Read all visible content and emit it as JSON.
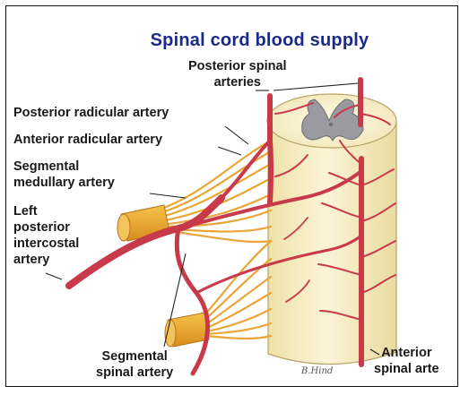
{
  "title": "Spinal cord blood supply",
  "labels": {
    "posterior_spinal_arteries": "Posterior spinal\narteries",
    "posterior_radicular_artery": "Posterior radicular artery",
    "anterior_radicular_artery": "Anterior radicular artery",
    "segmental_medullary_artery": "Segmental\nmedullary artery",
    "left_posterior_intercostal_artery": "Left\nposterior\nintercostal\nartery",
    "segmental_spinal_artery": "Segmental\nspinal artery",
    "anterior_spinal_artery": "Anterior\nspinal arte"
  },
  "signature": "B.Hind",
  "colors": {
    "title": "#1a2a8c",
    "artery": "#c8394a",
    "cord": "#f7eec4",
    "grey_matter": "#9a9aa0",
    "nerve": "#f1b23a"
  }
}
